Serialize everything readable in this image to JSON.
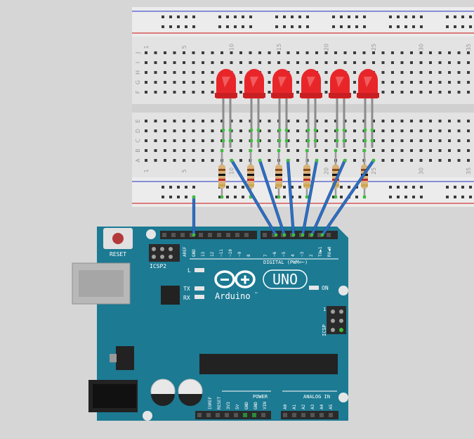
{
  "breadboard": {
    "column_numbers": [
      "1",
      "5",
      "10",
      "15",
      "20",
      "25",
      "30",
      "35"
    ],
    "upper_row_letters": [
      "J",
      "I",
      "H",
      "G",
      "F"
    ],
    "lower_row_letters": [
      "E",
      "D",
      "C",
      "B",
      "A"
    ]
  },
  "leds": {
    "count": 6,
    "color": "#e8262a"
  },
  "resistors": {
    "count": 6
  },
  "wire_color": "#2f6fc2",
  "arduino": {
    "board_color": "#1c7a93",
    "reset_label": "RESET",
    "icsp2_label": "ICSP2",
    "icsp_label": "ICSP",
    "led_l_label": "L",
    "led_tx_label": "TX",
    "led_rx_label": "RX",
    "on_label": "ON",
    "brand": "Arduino",
    "tm": "™",
    "model": "UNO",
    "digital_label": "DIGITAL (PWM=~)",
    "digital_pins_left": [
      "AREF",
      "GND",
      "13",
      "12",
      "~11",
      "~10",
      "~9",
      "8"
    ],
    "digital_pins_right": [
      "7",
      "~6",
      "~5",
      "4",
      "~3",
      "2",
      "TX▶1",
      "RX◀0"
    ],
    "power_label": "POWER",
    "power_pins": [
      "IOREF",
      "RESET",
      "3V3",
      "5V",
      "GND",
      "GND",
      "VIN"
    ],
    "analog_label": "ANALOG IN",
    "analog_pins": [
      "A0",
      "A1",
      "A2",
      "A3",
      "A4",
      "A5"
    ],
    "icsp_one": "1"
  }
}
